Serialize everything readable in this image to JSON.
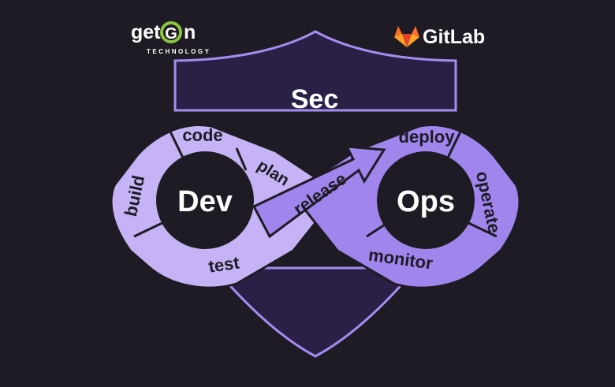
{
  "logos": {
    "left": {
      "word1": "get",
      "letter_g": "G",
      "word2": "n",
      "subtitle": "TECHNOLOGY",
      "accent": "#8bc53f"
    },
    "right": {
      "name": "GitLab",
      "icon": "gitlab-fox-icon",
      "colors": [
        "#e24329",
        "#fc6d26",
        "#fca326"
      ]
    }
  },
  "diagram": {
    "shield_label": "Sec",
    "left_hub": "Dev",
    "right_hub": "Ops",
    "segments": {
      "code": "code",
      "build": "build",
      "test": "test",
      "plan": "plan",
      "release": "release",
      "deploy": "deploy",
      "operate": "operate",
      "monitor": "monitor"
    },
    "colors": {
      "background": "#1f1b24",
      "shield": "#2a1f45",
      "shield_border": "#a68cf0",
      "dev_segments": "#c6b3f5",
      "ops_segments": "#9f85ec",
      "hub": "#1f1b24"
    }
  }
}
